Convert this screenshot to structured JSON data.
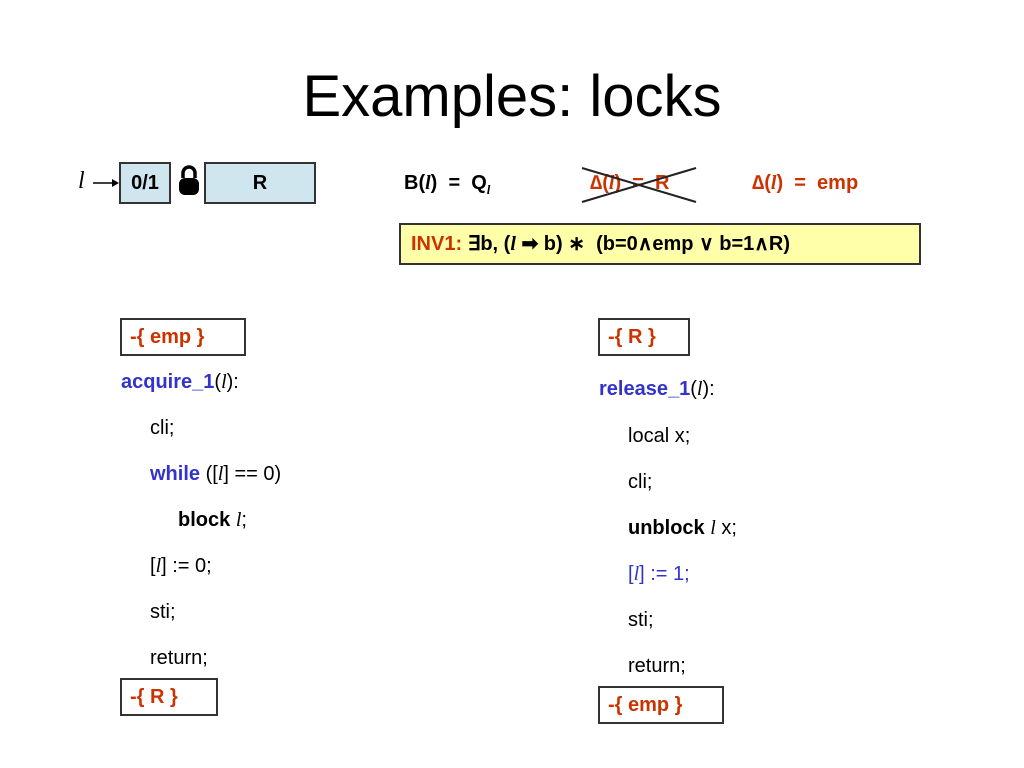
{
  "title": "Examples: locks",
  "lock_diagram": {
    "pointer_var": "l",
    "lock_value": "0/1",
    "resource": "R"
  },
  "formulas": {
    "b_prefix": "B(",
    "b_var": "l",
    "b_suffix": ")  =  Q",
    "b_subscript": "l",
    "struck_delta": "∆(",
    "struck_var": "l",
    "struck_suffix": ")  =  R",
    "delta": "∆(",
    "delta_var": "l",
    "delta_suffix": ")  =  emp"
  },
  "invariant": {
    "label": "INV1:",
    "part1": "∃b, (",
    "var": "l",
    "part2": " ➡ b) ∗  (b=0∧emp ∨ b=1∧R)"
  },
  "acquire": {
    "pre": "-{ emp }",
    "fn_name": "acquire_1",
    "fn_open": "(",
    "fn_var": "l",
    "fn_close": "):",
    "line_cli": "cli;",
    "while_kw": "while",
    "while_open": " ([",
    "while_var": "l",
    "while_close": "] == 0)",
    "block_kw": "block",
    "block_var": "l",
    "block_end": ";",
    "assign_open": "[",
    "assign_var": "l",
    "assign_rest": "] := 0;",
    "line_sti": "sti;",
    "line_return": "return;",
    "post": "-{ R }"
  },
  "release": {
    "pre": "-{ R }",
    "fn_name": "release_1",
    "fn_open": "(",
    "fn_var": "l",
    "fn_close": "):",
    "line_local": "local x;",
    "line_cli": "cli;",
    "unblock_kw": "unblock",
    "unblock_var": "l",
    "unblock_rest": " x;",
    "assign_open": "[",
    "assign_var": "l",
    "assign_rest": "] := 1;",
    "line_sti": "sti;",
    "line_return": "return;",
    "post": "-{ emp }"
  },
  "colors": {
    "red": "#cc3300",
    "blue": "#3333cc",
    "cell_fill": "#cfe6ee",
    "invariant_fill": "#ffffaa"
  },
  "icons": [
    "lock-icon",
    "arrow-right-icon"
  ]
}
